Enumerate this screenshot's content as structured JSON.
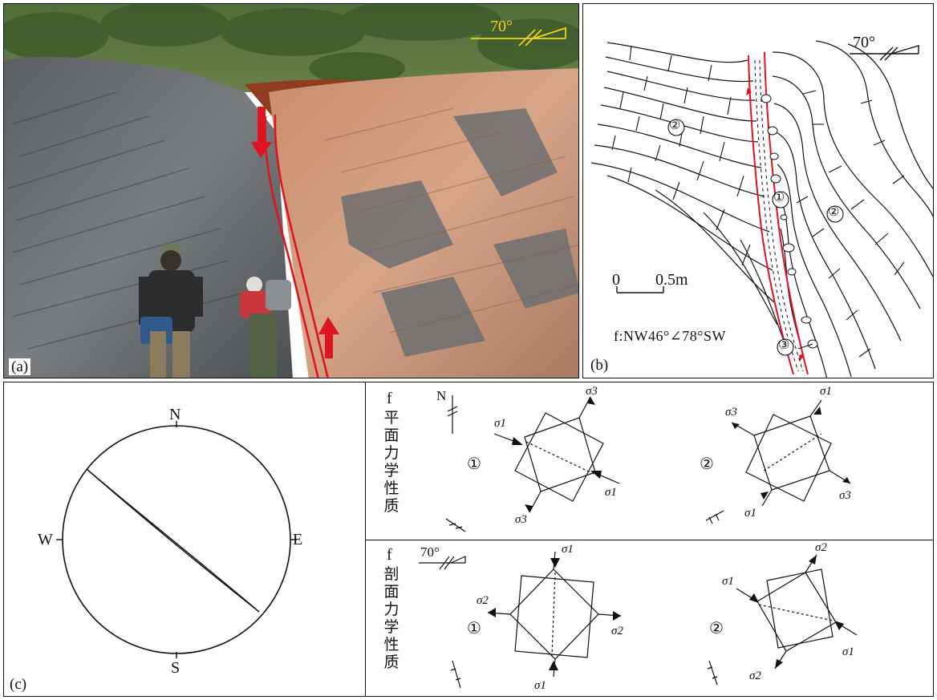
{
  "panel_a": {
    "label": "(a)",
    "strike_label": "70°"
  },
  "panel_b": {
    "label": "(b)",
    "strike_label": "70°",
    "scale_zero": "0",
    "scale_len": "0.5m",
    "fault_attitude": "f:NW46°∠78°SW",
    "markers": {
      "zone1": "①",
      "zone2_left": "②",
      "zone2_right": "②",
      "zone3": "③"
    }
  },
  "panel_c": {
    "label": "(c)",
    "north": "N",
    "south": "S",
    "east": "E",
    "west": "W"
  },
  "panel_plane": {
    "fault_letter": "f",
    "title_chars": [
      "平",
      "面",
      "力",
      "学",
      "性",
      "质"
    ],
    "north": "N",
    "stage1": "①",
    "stage2": "②"
  },
  "panel_section": {
    "fault_letter": "f",
    "title_chars": [
      "剖",
      "面",
      "力",
      "学",
      "性",
      "质"
    ],
    "strike_label": "70°",
    "stage1": "①",
    "stage2": "②"
  },
  "stress_labels": {
    "s1": "σ1",
    "s2": "σ2",
    "s3": "σ3"
  },
  "colors": {
    "fault_red": "#e0141e",
    "annotation_yellow": "#f2d21a"
  }
}
